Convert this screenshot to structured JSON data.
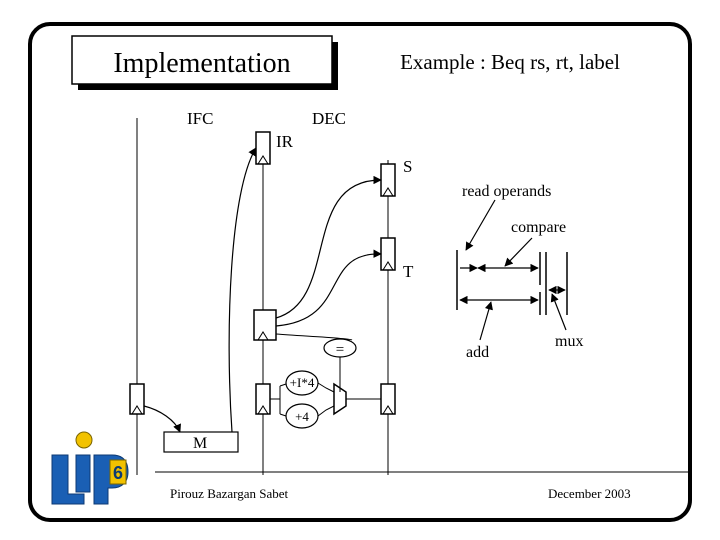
{
  "slide": {
    "title": "Implementation",
    "subtitle": "Example : Beq rs, rt, label",
    "footer_left": "Pirouz Bazargan Sabet",
    "footer_right": "December 2003"
  },
  "diagram": {
    "stage_ifc": "IFC",
    "stage_dec": "DEC",
    "reg_ir": "IR",
    "reg_s": "S",
    "reg_t": "T",
    "reg_m": "M",
    "op_eq": "=",
    "op_plus_imm": "+I*4",
    "op_plus4": "+4",
    "annot_read_operands": "read operands",
    "annot_compare": "compare",
    "annot_add": "add",
    "annot_mux": "mux"
  },
  "logo": {
    "text": "LIP6",
    "colors": {
      "blue": "#1a5fb4",
      "yellow": "#f2c200"
    }
  }
}
